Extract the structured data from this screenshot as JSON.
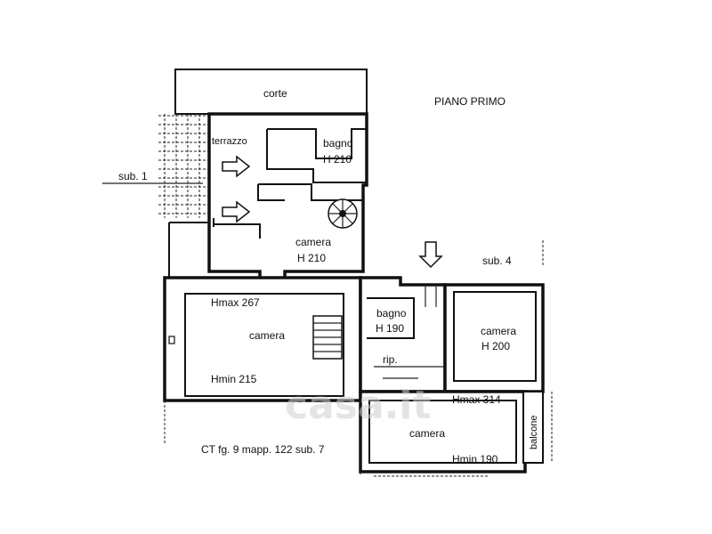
{
  "title": "PIANO PRIMO",
  "labels": {
    "corte": "corte",
    "terrazzo": "terrazzo",
    "bagno_top": "bagno",
    "bagno_top_h": "H 210",
    "sub1": "sub. 1",
    "camera_top": "camera",
    "camera_top_h": "H 210",
    "sub4": "sub. 4",
    "hmax_left": "Hmax 267",
    "camera_left": "camera",
    "hmin_left": "Hmin 215",
    "bagno_mid": "bagno",
    "bagno_mid_h": "H 190",
    "camera_right": "camera",
    "camera_right_h": "H 200",
    "rip": "rip.",
    "hmax_right": "Hmax 314",
    "balcone": "balcone",
    "camera_bottom": "camera",
    "hmin_bottom": "Hmin 190",
    "cadastral": "CT fg. 9 mapp. 122 sub. 7"
  },
  "watermark": "casa.it"
}
